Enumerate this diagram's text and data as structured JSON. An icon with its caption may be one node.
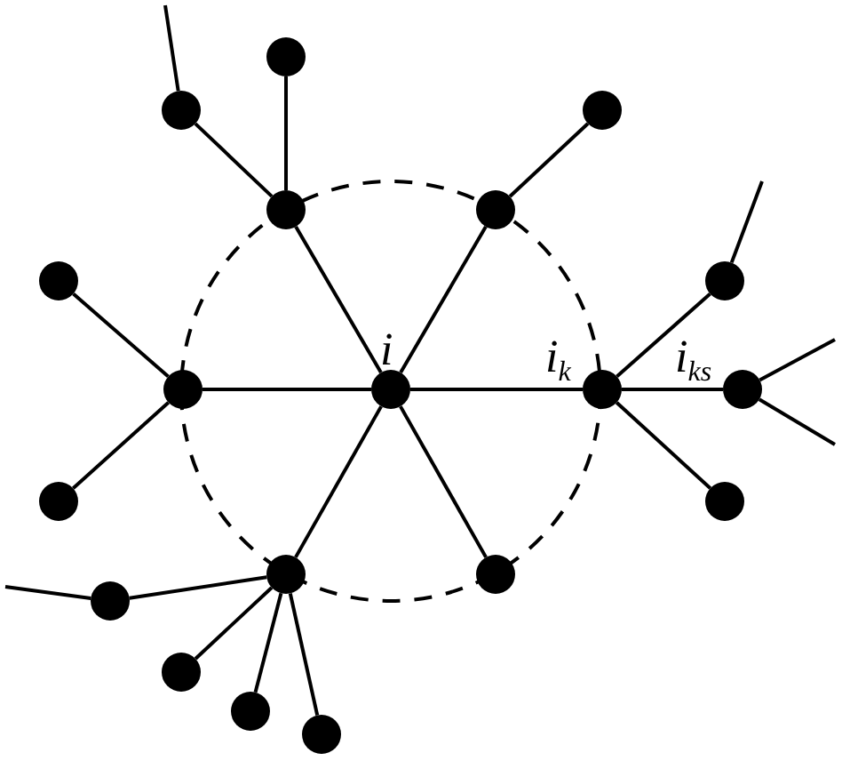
{
  "diagram": {
    "nodes": [
      {
        "text": [],
        "shape": "circle"
      },
      {
        "text": [],
        "shape": "circle"
      },
      {
        "text": [],
        "shape": "circle"
      },
      {
        "text": [],
        "shape": "circle"
      },
      {
        "text": [],
        "shape": "circle"
      },
      {
        "text": [],
        "shape": "circle"
      },
      {
        "text": [],
        "shape": "circle"
      },
      {
        "text": [],
        "shape": "circle"
      },
      {
        "text": [],
        "shape": "circle",
        "beside": [
          "i"
        ]
      },
      {
        "text": [],
        "shape": "circle",
        "beside": [
          "i$_{k}$"
        ]
      },
      {
        "text": [],
        "shape": "circle",
        "beside": [
          "i$_{ks}$"
        ]
      },
      {
        "text": [],
        "shape": "circle"
      },
      {
        "text": [],
        "shape": "circle"
      },
      {
        "text": [],
        "shape": "circle"
      },
      {
        "text": [],
        "shape": "circle"
      },
      {
        "text": [],
        "shape": "circle"
      },
      {
        "text": [],
        "shape": "circle"
      },
      {
        "text": [],
        "shape": "circle"
      },
      {
        "text": [],
        "shape": "circle"
      }
    ],
    "edges": [
      {
        "from": 8,
        "to": 3,
        "arrow": "none"
      },
      {
        "from": 8,
        "to": 4,
        "arrow": "none"
      },
      {
        "from": 8,
        "to": 7,
        "arrow": "none"
      },
      {
        "from": 8,
        "to": 9,
        "arrow": "none"
      },
      {
        "from": 8,
        "to": 13,
        "arrow": "none"
      },
      {
        "from": 8,
        "to": 14,
        "arrow": "none"
      },
      {
        "from": 3,
        "to": 0,
        "arrow": "none"
      },
      {
        "from": 3,
        "to": 1,
        "arrow": "none"
      },
      {
        "from": 4,
        "to": 2,
        "arrow": "none"
      },
      {
        "from": 7,
        "to": 5,
        "arrow": "none"
      },
      {
        "from": 7,
        "to": 11,
        "arrow": "none"
      },
      {
        "from": 9,
        "to": 6,
        "arrow": "none"
      },
      {
        "from": 9,
        "to": 10,
        "arrow": "none"
      },
      {
        "from": 9,
        "to": 12,
        "arrow": "none"
      },
      {
        "from": 13,
        "to": 15,
        "arrow": "none"
      },
      {
        "from": 13,
        "to": 16,
        "arrow": "none"
      },
      {
        "from": 13,
        "to": 17,
        "arrow": "none"
      },
      {
        "from": 13,
        "to": 18,
        "arrow": "none"
      },
      {
        "from": 1,
        "to": null,
        "arrow": "none"
      },
      {
        "from": 6,
        "to": null,
        "arrow": "none"
      },
      {
        "from": 10,
        "to": null,
        "arrow": "none"
      },
      {
        "from": 10,
        "to": null,
        "arrow": "none"
      },
      {
        "from": 15,
        "to": null,
        "arrow": "none"
      }
    ]
  }
}
